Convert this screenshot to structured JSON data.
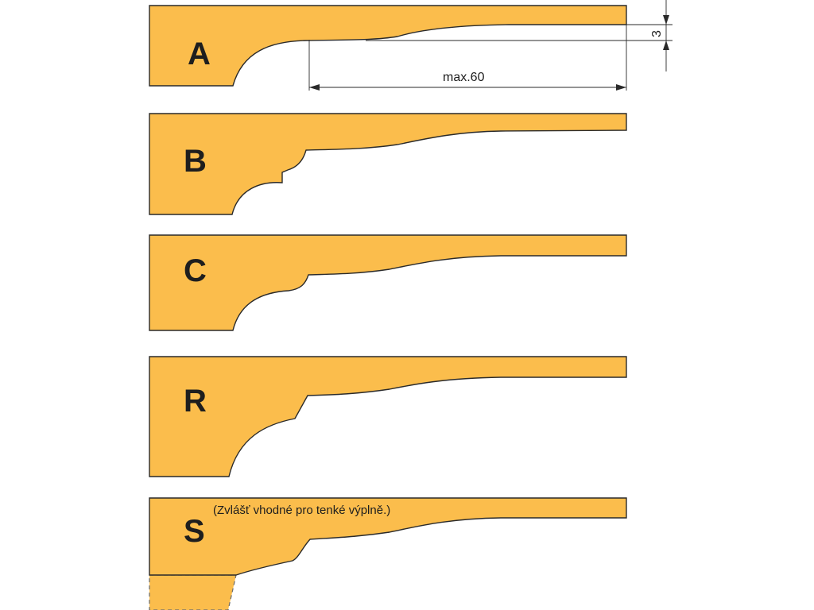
{
  "colors": {
    "profile_fill": "#fbbd4c",
    "outline": "#2a2a2a",
    "background": "#ffffff"
  },
  "profiles": [
    {
      "letter": "A"
    },
    {
      "letter": "B"
    },
    {
      "letter": "C"
    },
    {
      "letter": "R"
    },
    {
      "letter": "S",
      "note": "(Zvlášť vhodné pro tenké výplně.)"
    }
  ],
  "dimensions": {
    "length_label": "max.60",
    "thickness_label": "3"
  }
}
